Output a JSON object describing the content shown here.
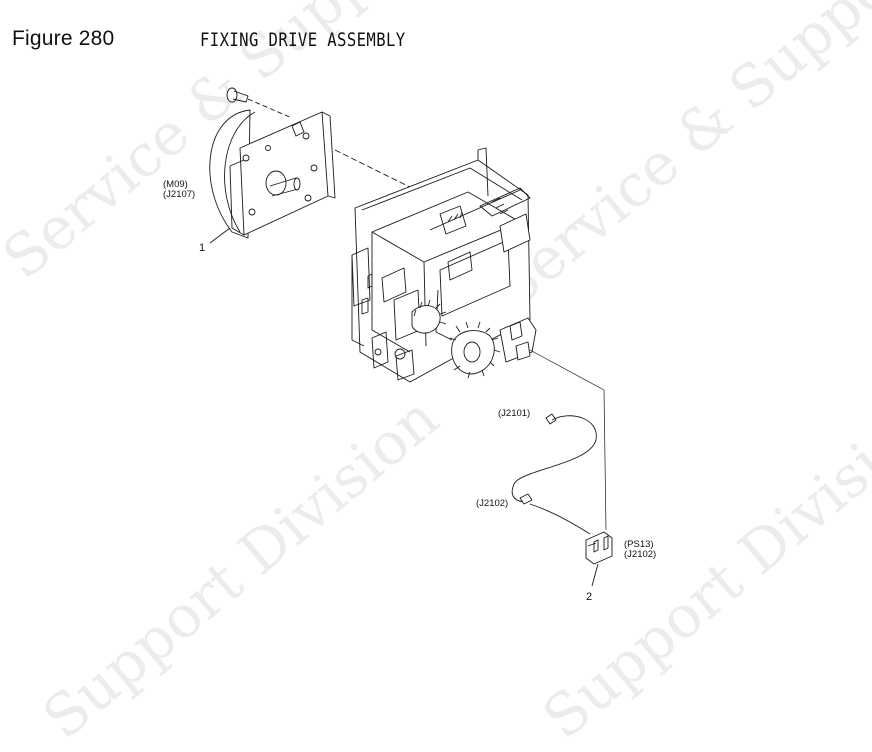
{
  "figure": {
    "label": "Figure  280",
    "title": "FIXING DRIVE ASSEMBLY"
  },
  "watermark": {
    "text_a": "Service & Support Division",
    "text_b": "Service & Support Division",
    "text_c": "Support Division",
    "text_d": "Support Division"
  },
  "parts": [
    {
      "index": "1",
      "callouts": [
        "(M09)",
        "(J2107)"
      ]
    },
    {
      "index": "2",
      "callouts": [
        "(PS13)",
        "(J2102)"
      ]
    }
  ],
  "connectors": {
    "upper": "(J2101)",
    "lower": "(J2102)"
  },
  "colors": {
    "line": "#1a1a1a",
    "watermark": "#ececec",
    "background": "#ffffff"
  }
}
